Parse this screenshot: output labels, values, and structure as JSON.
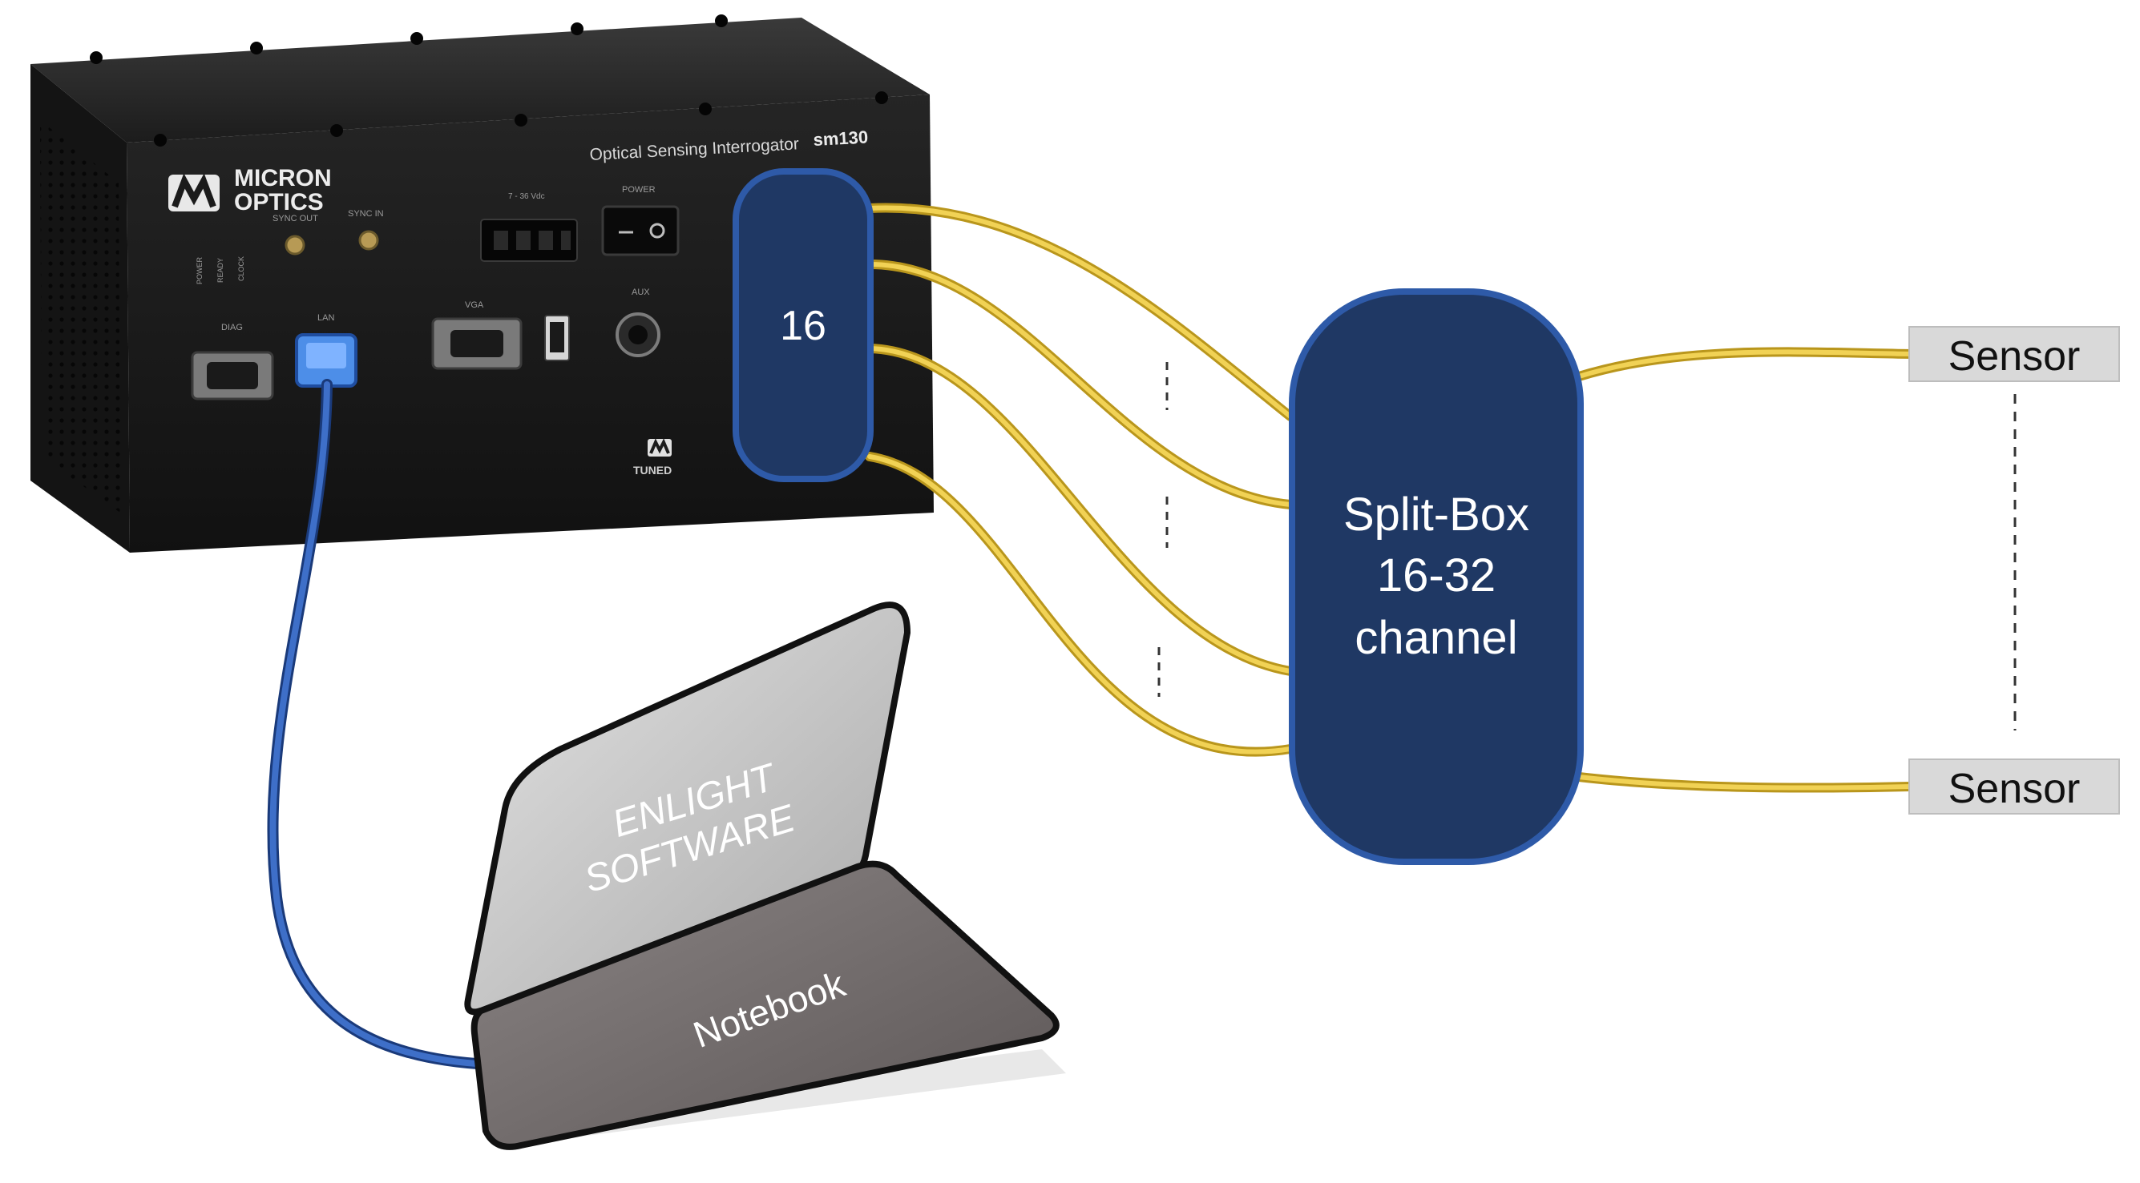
{
  "device": {
    "brand_line1": "MICRON",
    "brand_line2": "OPTICS",
    "model_text": "Optical Sensing Interrogator",
    "model_number": "sm130",
    "port_sync_out": "SYNC OUT",
    "port_sync_in": "SYNC IN",
    "port_power_in": "7 - 36 Vdc",
    "port_power_switch": "POWER",
    "port_vga": "VGA",
    "port_aux": "AUX",
    "port_diag": "DIAG",
    "port_lan": "LAN",
    "led_labels": [
      "POWER",
      "READY",
      "CLOCK"
    ],
    "tuned_label": "TUNED"
  },
  "channel_box": {
    "label": "16"
  },
  "split_box": {
    "line1": "Split-Box",
    "line2": "16-32",
    "line3": "channel"
  },
  "sensors": [
    {
      "label": "Sensor"
    },
    {
      "label": "Sensor"
    }
  ],
  "notebook": {
    "screen_line1": "ENLIGHT",
    "screen_line2": "SOFTWARE",
    "base_label": "Notebook"
  },
  "colors": {
    "navy_box": "#1f3864",
    "box_border": "#2e5aa8",
    "fiber": "#e8c53a",
    "lan_cable": "#2b56a8",
    "device_body": "#1b1b1b",
    "sensor_fill": "#d9d9d9"
  }
}
